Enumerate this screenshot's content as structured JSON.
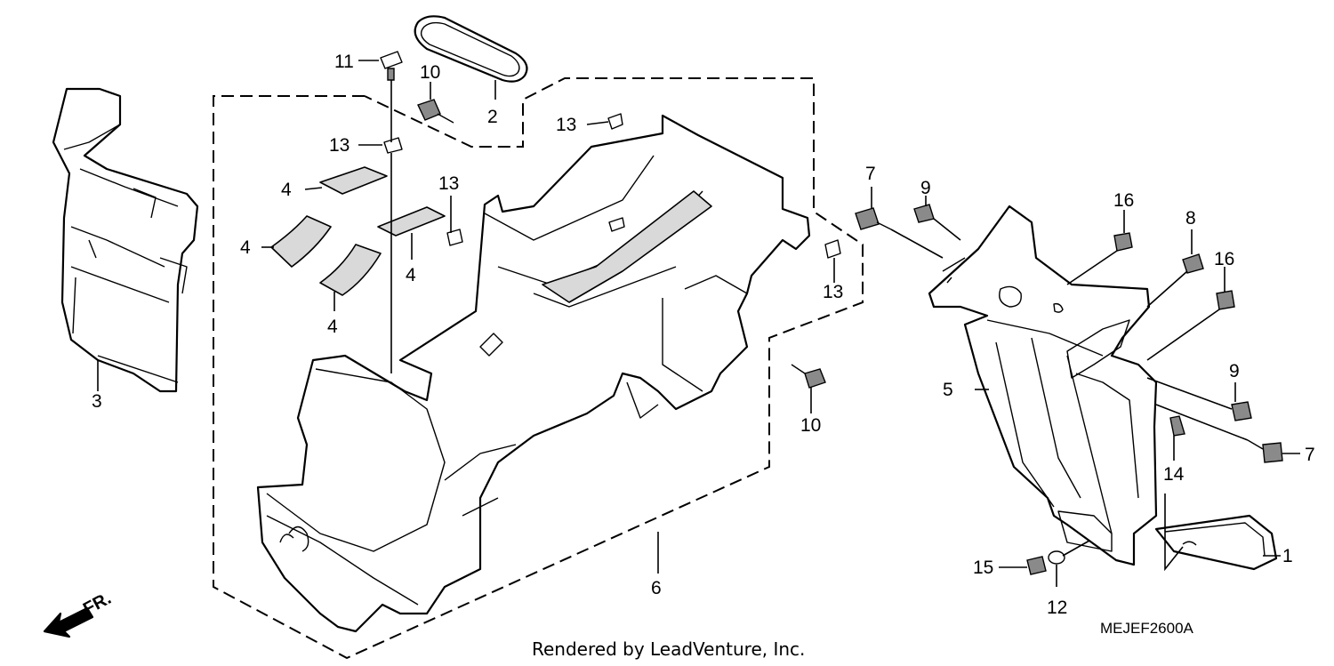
{
  "callouts": [
    {
      "id": "c1",
      "label": "1"
    },
    {
      "id": "c2",
      "label": "2"
    },
    {
      "id": "c3",
      "label": "3"
    },
    {
      "id": "c4a",
      "label": "4"
    },
    {
      "id": "c4b",
      "label": "4"
    },
    {
      "id": "c4c",
      "label": "4"
    },
    {
      "id": "c4d",
      "label": "4"
    },
    {
      "id": "c5",
      "label": "5"
    },
    {
      "id": "c6",
      "label": "6"
    },
    {
      "id": "c7a",
      "label": "7"
    },
    {
      "id": "c7b",
      "label": "7"
    },
    {
      "id": "c8",
      "label": "8"
    },
    {
      "id": "c9a",
      "label": "9"
    },
    {
      "id": "c9b",
      "label": "9"
    },
    {
      "id": "c10a",
      "label": "10"
    },
    {
      "id": "c10b",
      "label": "10"
    },
    {
      "id": "c11",
      "label": "11"
    },
    {
      "id": "c12",
      "label": "12"
    },
    {
      "id": "c13a",
      "label": "13"
    },
    {
      "id": "c13b",
      "label": "13"
    },
    {
      "id": "c13c",
      "label": "13"
    },
    {
      "id": "c13d",
      "label": "13"
    },
    {
      "id": "c14",
      "label": "14"
    },
    {
      "id": "c15",
      "label": "15"
    },
    {
      "id": "c16a",
      "label": "16"
    },
    {
      "id": "c16b",
      "label": "16"
    }
  ],
  "diagram_code": "MEJEF2600A",
  "credit": "Rendered by LeadVenture, Inc.",
  "direction_label": "FR."
}
